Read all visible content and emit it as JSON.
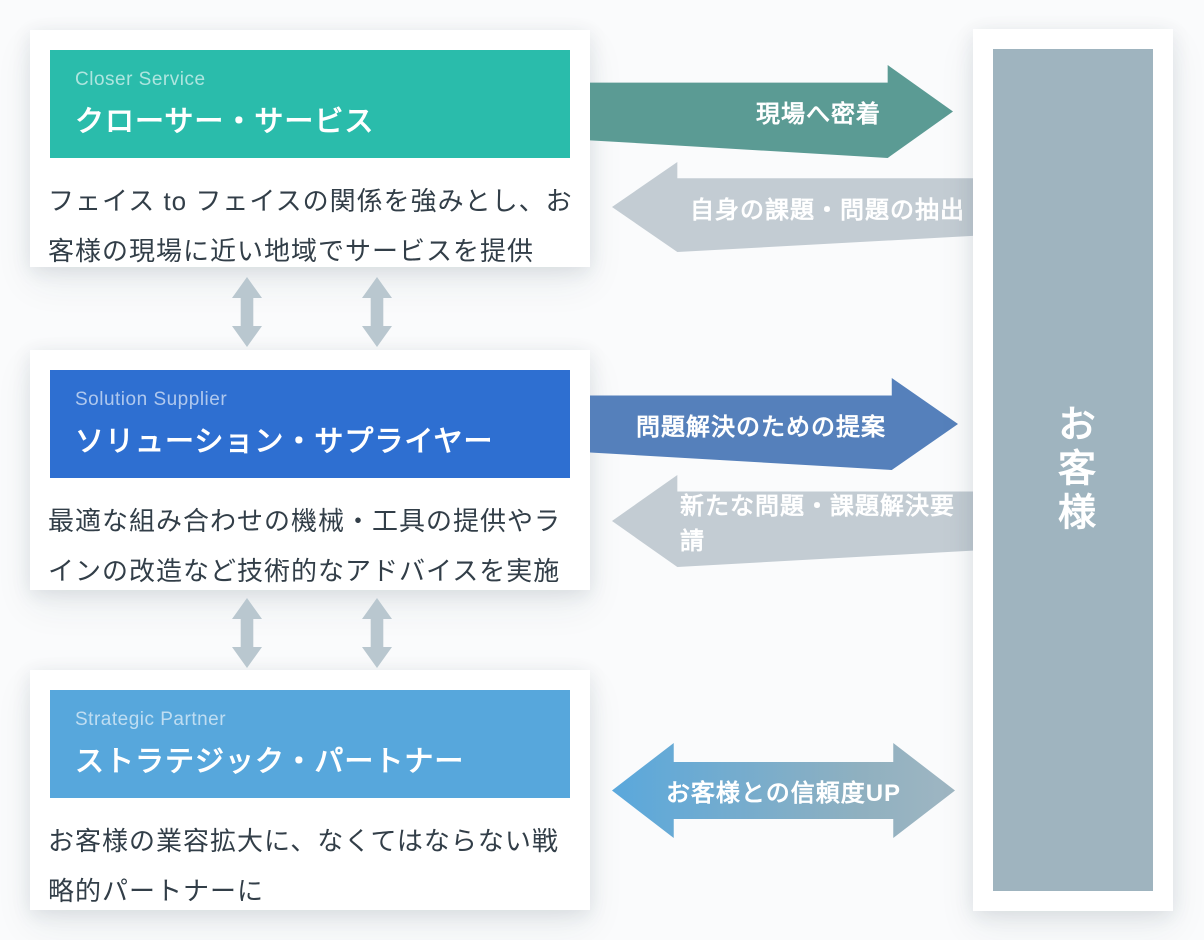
{
  "diagram_title": "customer-relationship-stages",
  "customer": {
    "label": "お客様",
    "bg_color": "#9fb4bf"
  },
  "stages": [
    {
      "en_label": "Closer Service",
      "ja_label": "クローサー・サービス",
      "description": "フェイス to フェイスの関係を強みとし、お客様の現場に近い地域でサービスを提供",
      "header_color": "#2abcab",
      "outgoing_arrow": {
        "label": "現場へ密着",
        "direction": "right",
        "color": "#5b9b94"
      },
      "incoming_arrow": {
        "label": "自身の課題・問題の抽出",
        "direction": "left",
        "color": "#c3ccd3"
      }
    },
    {
      "en_label": "Solution Supplier",
      "ja_label": "ソリューション・サプライヤー",
      "description": "最適な組み合わせの機械・工具の提供やラインの改造など技術的なアドバイスを実施",
      "header_color": "#2e6fd1",
      "outgoing_arrow": {
        "label": "問題解決のための提案",
        "direction": "right",
        "color": "#5580bb"
      },
      "incoming_arrow": {
        "label": "新たな問題・課題解決要請",
        "direction": "left",
        "color": "#c3ccd3"
      }
    },
    {
      "en_label": "Strategic Partner",
      "ja_label": "ストラテジック・パートナー",
      "description": "お客様の業容拡大に、なくてはならない戦略的パートナーに",
      "header_color": "#57a7dc",
      "mutual_arrow": {
        "label": "お客様との信頼度UP",
        "direction": "both",
        "gradient": [
          "#5aa8dc",
          "#9fb6c2"
        ]
      }
    }
  ],
  "connector_color": "#b9c7cf"
}
